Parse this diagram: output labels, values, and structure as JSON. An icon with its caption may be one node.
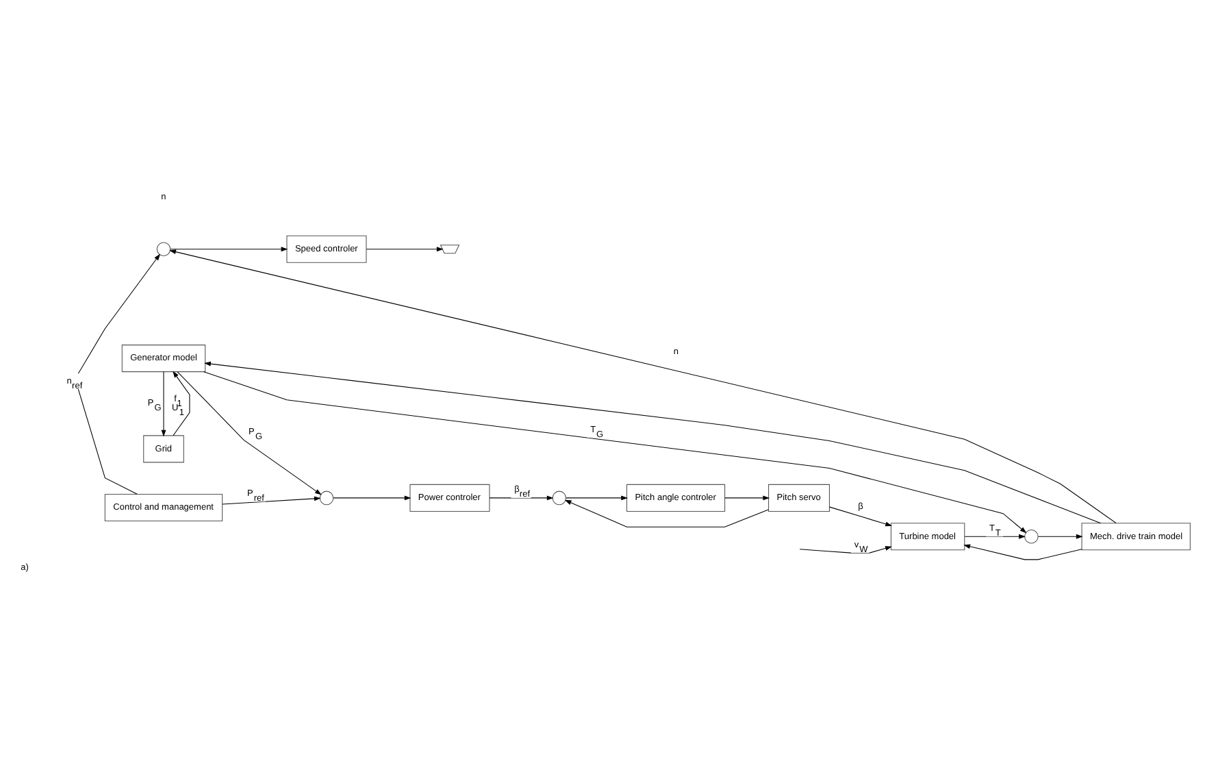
{
  "diagram": {
    "caption": "a)",
    "nodes": [
      {
        "text": [],
        "shape": "circle"
      },
      {
        "text": [
          "Speed controler"
        ]
      },
      {
        "text": [
          "Power controler"
        ]
      },
      {
        "text": [],
        "shape": "trapezoid"
      },
      {
        "text": [],
        "shape": "circle"
      },
      {
        "text": [
          "Pitch angle controler"
        ]
      },
      {
        "text": [
          "Pitch servo"
        ]
      },
      {
        "text": [
          "Turbine model"
        ]
      },
      {
        "text": [],
        "shape": "circle"
      },
      {
        "text": [
          "Mech. drive train model"
        ]
      },
      {
        "text": [
          "Generator model"
        ]
      },
      {
        "text": [],
        "shape": "circle"
      },
      {
        "text": [
          "Control and management"
        ]
      },
      {
        "text": [
          "Grid"
        ]
      }
    ],
    "edges": [
      {
        "from": 0,
        "to": 1,
        "arrow": "to"
      },
      {
        "from": 1,
        "to": 3,
        "arrow": "to"
      },
      {
        "from": 2,
        "to": 4,
        "arrow": "to",
        "label": "β$_{ref}$"
      },
      {
        "from": 4,
        "to": 5,
        "arrow": "to"
      },
      {
        "from": 5,
        "to": 6,
        "arrow": "to"
      },
      {
        "from": 6,
        "to": 7,
        "arrow": "to",
        "label": "β"
      },
      {
        "from": 6,
        "to": 4,
        "arrow": "to"
      },
      {
        "from": null,
        "to": 7,
        "arrow": "to",
        "label": "v$_{W}$"
      },
      {
        "from": 7,
        "to": 8,
        "arrow": "to",
        "label": "T$_{T}$"
      },
      {
        "from": 10,
        "to": 8,
        "arrow": "to",
        "label": "T$_{G}$"
      },
      {
        "from": 8,
        "to": 9,
        "arrow": "to"
      },
      {
        "from": 9,
        "to": 0,
        "arrow": "to",
        "label": "n"
      },
      {
        "from": 9,
        "to": 7,
        "arrow": "to"
      },
      {
        "from": 9,
        "to": 10,
        "arrow": "to"
      },
      {
        "from": 10,
        "to": 11,
        "arrow": "to",
        "label": "P$_{G}$"
      },
      {
        "from": 10,
        "to": 13,
        "arrow": "to",
        "label": "P$_{G}$"
      },
      {
        "from": 13,
        "to": 10,
        "arrow": "to",
        "label": "f$_{1}$ U$_{1}$"
      },
      {
        "from": 12,
        "to": 11,
        "arrow": "to",
        "label": "P$_{ref}$"
      },
      {
        "from": 11,
        "to": 2,
        "arrow": "to"
      },
      {
        "from": 12,
        "to": 0,
        "arrow": "to",
        "label": "n$_{ref}$"
      }
    ],
    "labels": [
      "n"
    ]
  }
}
